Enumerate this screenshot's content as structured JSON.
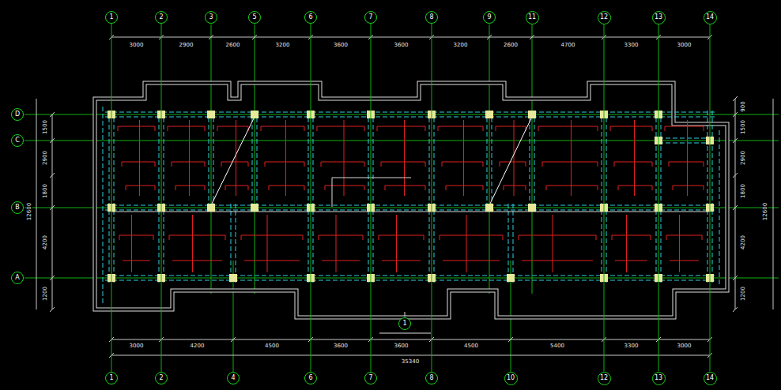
{
  "diagram": {
    "nodes": [
      {
        "text": [
          "1"
        ]
      },
      {
        "text": [
          "2"
        ]
      },
      {
        "text": [
          "3"
        ]
      },
      {
        "text": [
          "5"
        ]
      },
      {
        "text": [
          "6"
        ]
      },
      {
        "text": [
          "7"
        ]
      },
      {
        "text": [
          "8"
        ]
      },
      {
        "text": [
          "9"
        ]
      },
      {
        "text": [
          "11"
        ]
      },
      {
        "text": [
          "12"
        ]
      },
      {
        "text": [
          "13"
        ]
      },
      {
        "text": [
          "14"
        ]
      },
      {
        "text": [
          "D"
        ]
      },
      {
        "text": [
          "C"
        ]
      },
      {
        "text": [
          "B"
        ]
      },
      {
        "text": [
          "A"
        ]
      },
      {
        "text": [
          "1"
        ]
      },
      {
        "text": [
          "1"
        ]
      },
      {
        "text": [
          "2"
        ]
      },
      {
        "text": [
          "4"
        ]
      },
      {
        "text": [
          "6"
        ]
      },
      {
        "text": [
          "7"
        ]
      },
      {
        "text": [
          "8"
        ]
      },
      {
        "text": [
          "10"
        ]
      },
      {
        "text": [
          "12"
        ]
      },
      {
        "text": [
          "13"
        ]
      },
      {
        "text": [
          "14"
        ]
      }
    ],
    "edges": [
      {
        "from": 0,
        "to": 17,
        "arrow": "none"
      },
      {
        "from": 1,
        "to": 18,
        "arrow": "none"
      },
      {
        "from": 4,
        "to": 20,
        "arrow": "none"
      },
      {
        "from": 5,
        "to": 21,
        "arrow": "none"
      },
      {
        "from": 6,
        "to": 22,
        "arrow": "none"
      },
      {
        "from": 9,
        "to": 24,
        "arrow": "none"
      },
      {
        "from": 10,
        "to": 25,
        "arrow": "none"
      },
      {
        "from": 11,
        "to": 26,
        "arrow": "none"
      }
    ],
    "labels": [
      "3000",
      "2900",
      "2600",
      "3200",
      "3600",
      "3600",
      "3200",
      "2600",
      "4700",
      "3300",
      "3000",
      "12600",
      "1500",
      "2900",
      "1800",
      "4200",
      "1200",
      "900",
      "1500",
      "2900",
      "1800",
      "4200",
      "1200",
      "12600",
      "3000",
      "4200",
      "4500",
      "3600",
      "3600",
      "4500",
      "5400",
      "3300",
      "3000",
      "35340"
    ]
  }
}
